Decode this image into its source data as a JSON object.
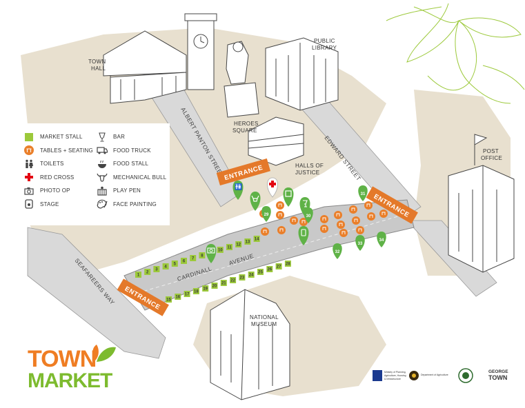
{
  "colors": {
    "stall": "#9cc93b",
    "pin": "#5fb247",
    "seat": "#ea7f2a",
    "entrance": "#e4792a",
    "road": "#cfcfcf",
    "ground": "#e8e0cf"
  },
  "labels": {
    "town_hall": [
      "TOWN",
      "HALL"
    ],
    "public_library": [
      "PUBLIC",
      "LIBRARY"
    ],
    "heroes_square": [
      "HEROES",
      "SQUARE"
    ],
    "halls_of_justice": [
      "HALLS OF",
      "JUSTICE"
    ],
    "post_office": [
      "POST",
      "OFFICE"
    ],
    "national_museum": [
      "NATIONAL",
      "MUSEUM"
    ]
  },
  "streets": {
    "albert_panton": "ALBERT PANTON STREET",
    "edward": "EDWARD STREET",
    "seafarers": "SEAFAREERS WAY",
    "cardinall": "CARDINALL",
    "avenue": "AVENUE"
  },
  "entrances": [
    "ENTRANCE",
    "ENTRANCE",
    "ENTRANCE"
  ],
  "legend": {
    "left": [
      {
        "icon": "market-stall-icon",
        "label": "MARKET STALL"
      },
      {
        "icon": "tables-seating-icon",
        "label": "TABLES + SEATING"
      },
      {
        "icon": "toilets-icon",
        "label": "TOILETS"
      },
      {
        "icon": "red-cross-icon",
        "label": "RED CROSS"
      },
      {
        "icon": "camera-icon",
        "label": "PHOTO OP"
      },
      {
        "icon": "stage-icon",
        "label": "STAGE"
      }
    ],
    "right": [
      {
        "icon": "wine-glass-icon",
        "label": "BAR"
      },
      {
        "icon": "food-truck-icon",
        "label": "FOOD TRUCK"
      },
      {
        "icon": "food-bowl-icon",
        "label": "FOOD STALL"
      },
      {
        "icon": "bull-icon",
        "label": "MECHANICAL BULL"
      },
      {
        "icon": "play-pen-icon",
        "label": "PLAY PEN"
      },
      {
        "icon": "face-paint-icon",
        "label": "FACE PAINTING"
      }
    ]
  },
  "stalls_top": [
    "1",
    "2",
    "3",
    "4",
    "5",
    "6",
    "7",
    "8",
    "9",
    "10",
    "11",
    "12",
    "13",
    "14"
  ],
  "stalls_bottom": [
    "15",
    "16",
    "17",
    "18",
    "19",
    "20",
    "21",
    "22",
    "23",
    "24",
    "25",
    "26",
    "27",
    "28"
  ],
  "pins": [
    "29",
    "30",
    "31",
    "32",
    "33",
    "34"
  ],
  "logo": {
    "line1": "TOWN",
    "line2": "MARKET"
  },
  "sponsors": [
    [
      "Ministry of Planning,",
      "Agriculture, Housing",
      "& Infrastructure"
    ],
    [
      "Department of Agriculture"
    ],
    [
      "GEORGE",
      "TOWN"
    ]
  ]
}
